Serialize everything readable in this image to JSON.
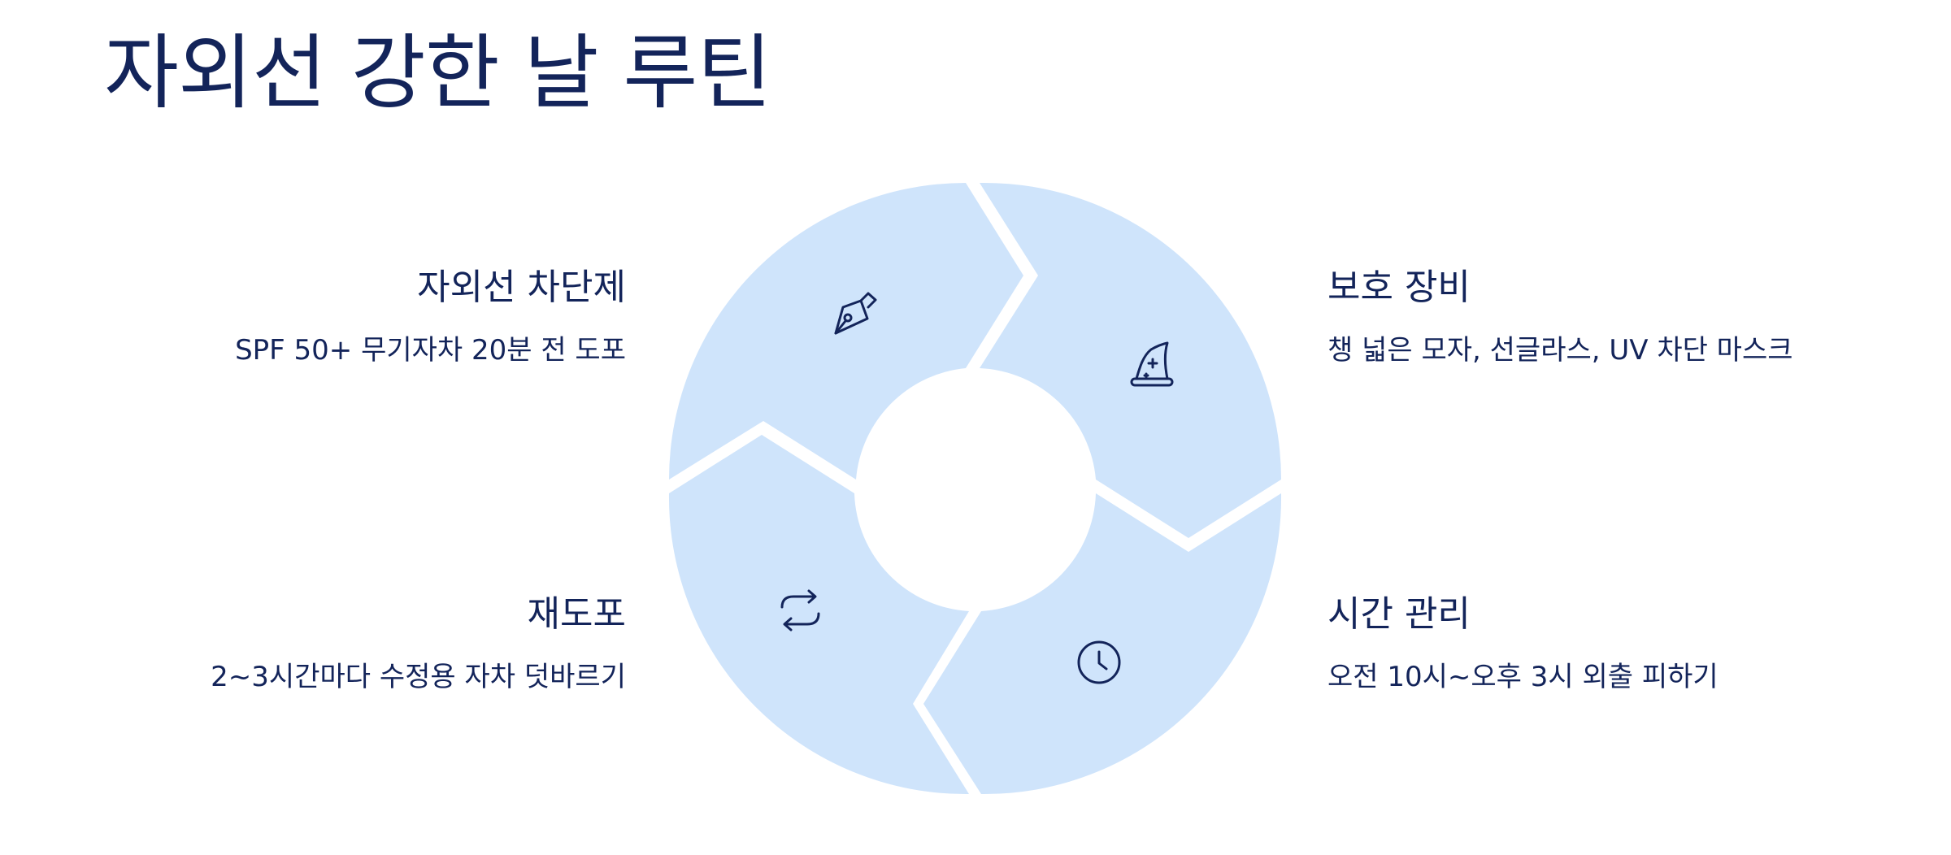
{
  "title": "자외선 강한 날 루틴",
  "colors": {
    "segment_fill": "#cfe4fb",
    "text": "#13245a",
    "background": "#ffffff"
  },
  "steps": [
    {
      "position": "top-left",
      "icon": "fountain-pen-icon",
      "title": "자외선 차단제",
      "description": "SPF 50+ 무기자차 20분 전 도포"
    },
    {
      "position": "top-right",
      "icon": "wizard-hat-icon",
      "title": "보호 장비",
      "description": "챙 넓은 모자, 선글라스, UV 차단 마스크"
    },
    {
      "position": "bottom-right",
      "icon": "clock-icon",
      "title": "시간 관리",
      "description": "오전 10시~오후 3시 외출 피하기"
    },
    {
      "position": "bottom-left",
      "icon": "repeat-icon",
      "title": "재도포",
      "description": "2~3시간마다 수정용 자차 덧바르기"
    }
  ]
}
